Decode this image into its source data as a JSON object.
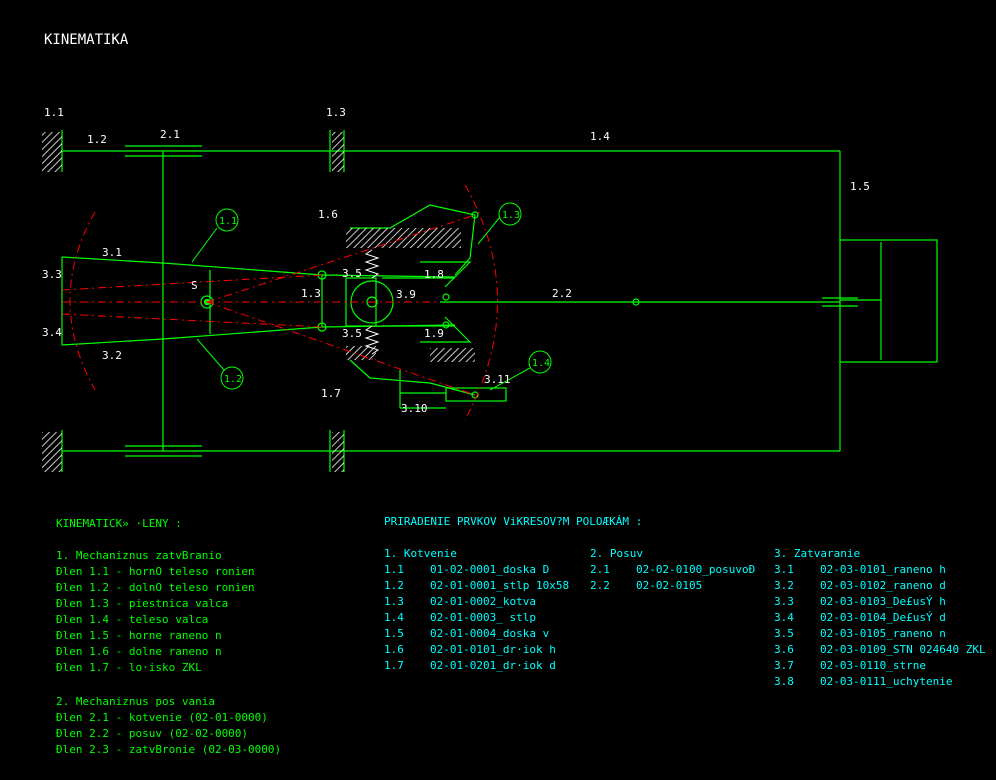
{
  "title": "KINEMATIKA",
  "labels": {
    "l_1_1": "1.1",
    "l_1_2": "1.2",
    "l_2_1": "2.1",
    "l_1_3": "1.3",
    "l_1_4": "1.4",
    "l_1_5": "1.5",
    "l_1_6": "1.6",
    "l_3_1": "3.1",
    "l_3_3": "3.3",
    "l_3_4": "3.4",
    "l_3_2": "3.2",
    "l_s": "S",
    "l_3_5a": "3.5",
    "l_1_3b": "1.3",
    "l_3_9": "3.9",
    "l_3_5b": "3.5",
    "l_1_8": "1.8",
    "l_1_9": "1.9",
    "l_2_2": "2.2",
    "l_1_7": "1.7",
    "l_3_10": "3.10",
    "l_3_11": "3.11"
  },
  "callouts": {
    "c11": "1.1",
    "c12": "1.2",
    "c13": "1.3",
    "c14": "1.4"
  },
  "legend": {
    "heading": "KINEMATICK» ·LENY :",
    "group1_title": "1. Mechaniznus zatvBranio",
    "group1": [
      "Ðlen 1.1 - hornO teleso ronien",
      "Ðlen 1.2 - dolnO teleso ronien",
      "Ðlen 1.3 - piestnica valca",
      "Ðlen 1.4 - teleso valca",
      "Ðlen 1.5 - horne raneno n",
      "Ðlen 1.6 - dolne raneno n",
      "Ðlen 1.7 - lo·isko ZKL"
    ],
    "group2_title": "2. Mechaniznus pos vania",
    "group2": [
      "Ðlen 2.1 - kotvenie (02-01-0000)",
      "Ðlen 2.2 - posuv (02-02-0000)",
      "Ðlen 2.3 - zatvBronie (02-03-0000)"
    ]
  },
  "assignment": {
    "heading": "PRIRADENIE PRVKOV ViKRESOV?M POLOÆKÁM :",
    "col1_title": "1. Kotvenie",
    "col1": [
      [
        "1.1",
        "01-02-0001_doska D"
      ],
      [
        "1.2",
        "02-01-0001_stlp 10x58"
      ],
      [
        "1.3",
        "02-01-0002_kotva"
      ],
      [
        "1.4",
        "02-01-0003_ stlp"
      ],
      [
        "1.5",
        "02-01-0004_doska v"
      ],
      [
        "1.6",
        "02-01-0101_dr·iok h"
      ],
      [
        "1.7",
        "02-01-0201_dr·iok d"
      ]
    ],
    "col2_title": "2. Posuv",
    "col2": [
      [
        "2.1",
        "02-02-0100_posuvoÐ"
      ],
      [
        "2.2",
        "02-02-0105"
      ]
    ],
    "col3_title": "3. Zatvaranie",
    "col3": [
      [
        "3.1",
        "02-03-0101_raneno h"
      ],
      [
        "3.2",
        "02-03-0102_raneno d"
      ],
      [
        "3.3",
        "02-03-0103_De£usÝ h"
      ],
      [
        "3.4",
        "02-03-0104_De£usÝ d"
      ],
      [
        "3.5",
        "02-03-0105_raneno n"
      ],
      [
        "3.6",
        "02-03-0109_STN 024640 ZKL"
      ],
      [
        "3.7",
        "02-03-0110_strne"
      ],
      [
        "3.8",
        "02-03-0111_uchytenie"
      ]
    ]
  },
  "colors": {
    "background": "#000000",
    "structure": "#00ff00",
    "axes": "#ff0000",
    "text_white": "#ffffff",
    "text_cyan": "#00ffff",
    "springs": "#ffffff"
  }
}
